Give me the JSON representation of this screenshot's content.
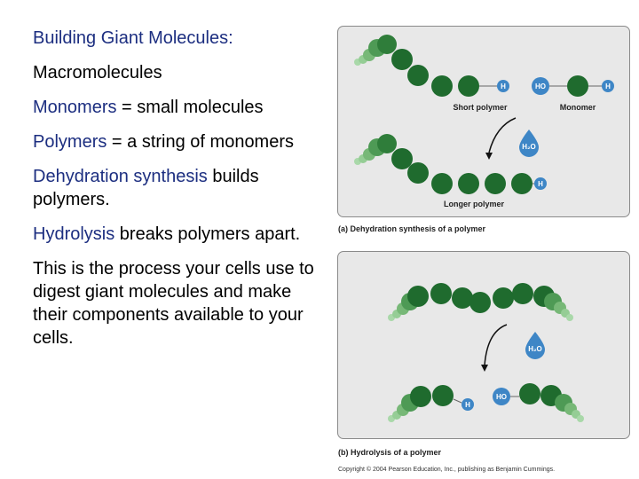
{
  "text": {
    "p1": "Building Giant Molecules:",
    "p2": "Macromolecules",
    "p3_term": "Monomers",
    "p3_rest": " = small molecules",
    "p4_term": "Polymers",
    "p4_rest": " = a string of monomers",
    "p5_term": "Dehydration synthesis",
    "p5_rest": " builds polymers.",
    "p6_term": "Hydrolysis",
    "p6_rest": " breaks polymers apart.",
    "p7": "This is the process your cells use to digest giant molecules and make their components available to your cells."
  },
  "figure": {
    "caption_a": "(a) Dehydration synthesis of a polymer",
    "caption_b": "(b) Hydrolysis of a polymer",
    "short_polymer": "Short polymer",
    "monomer": "Monomer",
    "longer_polymer": "Longer polymer",
    "h": "H",
    "ho": "HO",
    "h2o": "H₂O",
    "copyright": "Copyright © 2004 Pearson Education, Inc., publishing as Benjamin Cummings."
  },
  "colors": {
    "highlight": "#1c2e80",
    "molecule": "#1f6b2e",
    "molecule_light": "#8cc98c",
    "atom": "#3e86c6",
    "panel": "#e8e8e8"
  }
}
